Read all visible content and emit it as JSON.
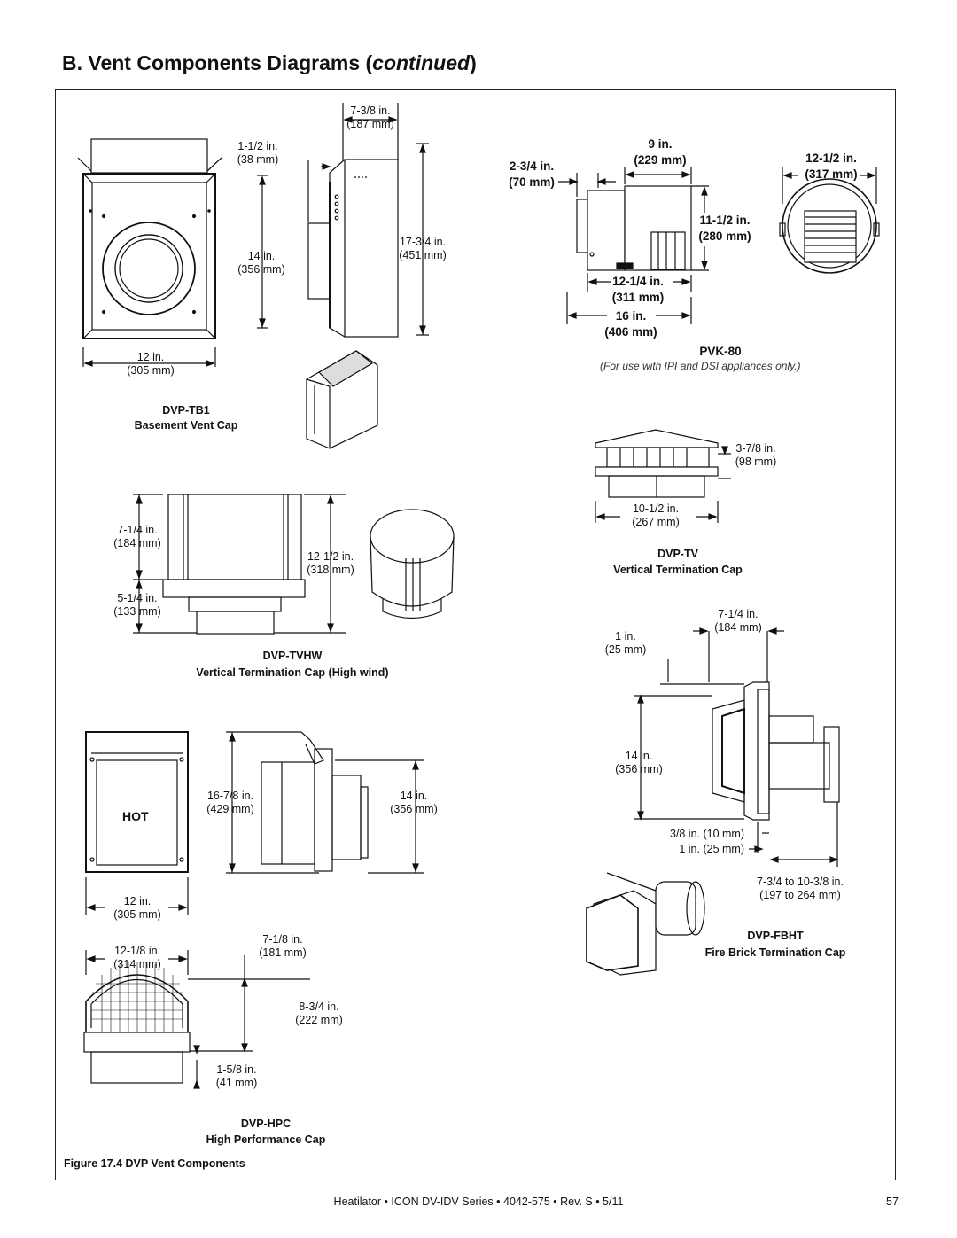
{
  "section": {
    "title": "B.  Vent Components Diagrams (",
    "title_italic": "continued",
    "title_close": ")"
  },
  "tb1": {
    "top_w": "7-3/8 in.",
    "top_w_mm": "(187 mm)",
    "flange": "1-1/2 in.",
    "flange_mm": "(38 mm)",
    "height": "14 in.",
    "height_mm": "(356 mm)",
    "depth": "17-3/4 in.",
    "depth_mm": "(451 mm)",
    "width": "12 in.",
    "width_mm": "(305 mm)",
    "model": "DVP-TB1",
    "name": "Basement Vent Cap"
  },
  "pvk80": {
    "dim1": "2-3/4 in.",
    "dim1_mm": "(70 mm)",
    "dim2": "9 in.",
    "dim2_mm": "(229 mm)",
    "dim3": "12-1/2 in.",
    "dim3_mm": "(317 mm)",
    "dim4": "11-1/2 in.",
    "dim4_mm": "(280 mm)",
    "dim5": "12-1/4 in.",
    "dim5_mm": "(311 mm)",
    "dim6": "16 in.",
    "dim6_mm": "(406 mm)",
    "model": "PVK-80",
    "note": "(For use with IPI and DSI appliances only.)"
  },
  "tvhw": {
    "dim1": "7-1/4 in.",
    "dim1_mm": "(184 mm)",
    "dim2": "12-1/2 in.",
    "dim2_mm": "(318 mm)",
    "dim3": "5-1/4 in.",
    "dim3_mm": "(133 mm)",
    "model": "DVP-TVHW",
    "name": "Vertical Termination Cap (High wind)"
  },
  "tv": {
    "dim1": "3-7/8 in.",
    "dim1_mm": "(98 mm)",
    "dim2": "10-1/2 in.",
    "dim2_mm": "(267 mm)",
    "model": "DVP-TV",
    "name": "Vertical Termination Cap"
  },
  "fbht": {
    "dim1": "7-1/4 in.",
    "dim1_mm": "(184 mm)",
    "dim2": "1 in.",
    "dim2_mm": "(25 mm)",
    "dim3": "14 in.",
    "dim3_mm": "(356 mm)",
    "dim4": "3/8 in. (10 mm)",
    "dim5": "1 in. (25 mm)",
    "dim6": "7-3/4 to 10-3/8 in.",
    "dim6_mm": "(197 to 264 mm)",
    "model": "DVP-FBHT",
    "name": "Fire Brick Termination Cap"
  },
  "hpc": {
    "hot_label": "HOT",
    "dim1": "16-7/8 in.",
    "dim1_mm": "(429 mm)",
    "dim2": "14 in.",
    "dim2_mm": "(356 mm)",
    "dim3": "12 in.",
    "dim3_mm": "(305 mm)",
    "dim4": "12-1/8 in.",
    "dim4_mm": "(314 mm)",
    "dim5": "7-1/8 in.",
    "dim5_mm": "(181 mm)",
    "dim6": "8-3/4 in.",
    "dim6_mm": "(222 mm)",
    "dim7": "1-5/8 in.",
    "dim7_mm": "(41 mm)",
    "model": "DVP-HPC",
    "name": "High Performance Cap"
  },
  "figure": {
    "caption": "Figure 17.4  DVP Vent Components"
  },
  "footer": {
    "text": "Heatilator  •  ICON DV-IDV Series  •  4042-575  •  Rev. S  •  5/11",
    "page": "57"
  }
}
